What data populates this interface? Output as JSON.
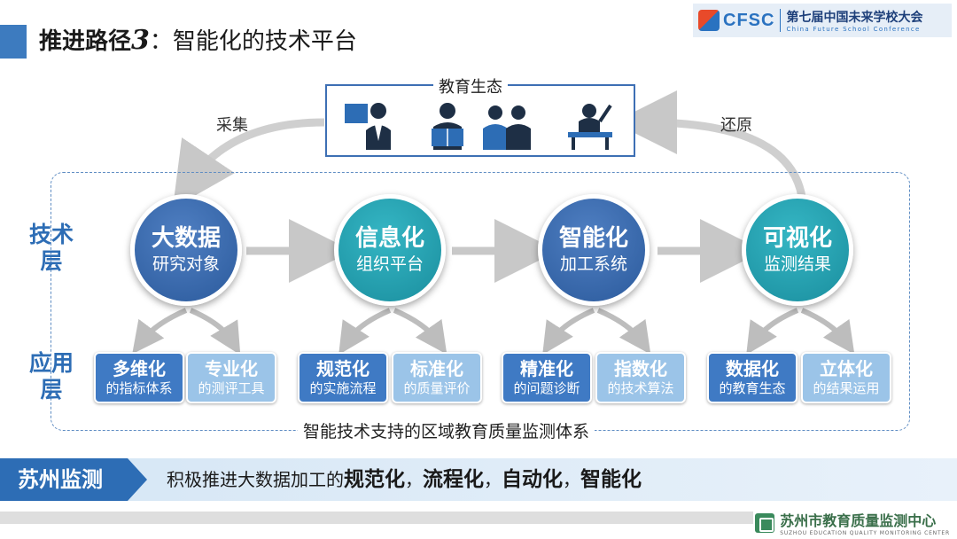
{
  "title": {
    "main": "推进路径",
    "num": "3",
    "rest": "：智能化的技术平台"
  },
  "logo": {
    "abbr": "CFSC",
    "cn": "第七届中国未来学校大会",
    "en": "China  Future  School  Conference"
  },
  "ecosystem": {
    "title": "教育生态"
  },
  "flow": {
    "left": "采集",
    "right": "还原"
  },
  "layers": {
    "tech": "技术层",
    "app": "应用层"
  },
  "circles": [
    {
      "title": "大数据",
      "sub": "研究对象"
    },
    {
      "title": "信息化",
      "sub": "组织平台"
    },
    {
      "title": "智能化",
      "sub": "加工系统"
    },
    {
      "title": "可视化",
      "sub": "监测结果"
    }
  ],
  "tiles": [
    {
      "title": "多维化",
      "sub": "的指标体系"
    },
    {
      "title": "专业化",
      "sub": "的测评工具"
    },
    {
      "title": "规范化",
      "sub": "的实施流程"
    },
    {
      "title": "标准化",
      "sub": "的质量评价"
    },
    {
      "title": "精准化",
      "sub": "的问题诊断"
    },
    {
      "title": "指数化",
      "sub": "的技术算法"
    },
    {
      "title": "数据化",
      "sub": "的教育生态"
    },
    {
      "title": "立体化",
      "sub": "的结果运用"
    }
  ],
  "caption": "智能技术支持的区域教育质量监测体系",
  "banner": {
    "tag": "苏州监测",
    "lead": "积极推进大数据加工的",
    "k1": "规范化",
    "s1": "，",
    "k2": "流程化",
    "s2": "，",
    "k3": "自动化",
    "s3": "，",
    "k4": "智能化"
  },
  "footer": {
    "cn": "苏州市教育质量监测中心",
    "en": "SUZHOU EDUCATION QUALITY MONITORING CENTER"
  },
  "colors": {
    "accent": "#2d6db5",
    "teal": "#1a8e9e",
    "light_tile": "#9bc4e8"
  }
}
